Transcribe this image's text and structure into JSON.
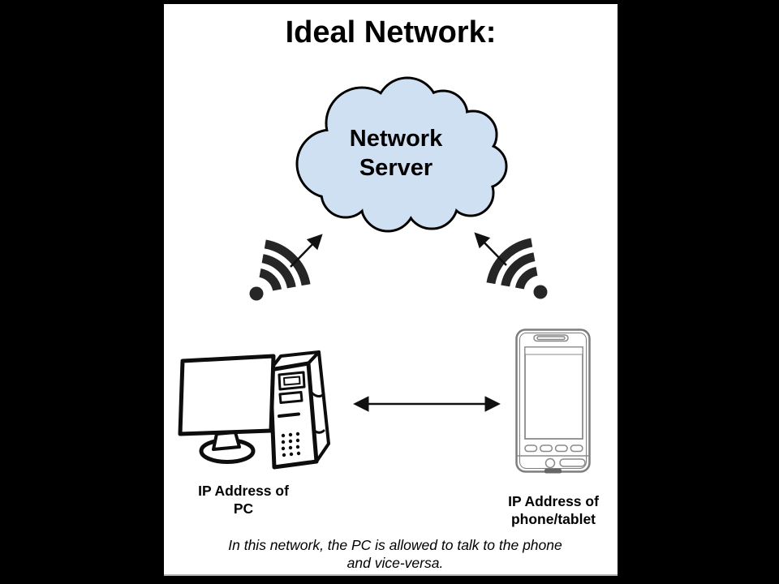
{
  "slide": {
    "title": "Ideal Network:",
    "cloud_label": "Network\nServer",
    "pc_label": "IP Address of\nPC",
    "phone_label": "IP Address of\nphone/tablet",
    "caption": "In this network, the PC is allowed to talk to the phone\nand vice-versa.",
    "colors": {
      "letterbox": "#000000",
      "slide_background": "#ffffff",
      "cloud_fill": "#cfe0f2",
      "cloud_stroke": "#000000",
      "wifi_icon": "#262626",
      "arrow": "#111111",
      "pc_sketch": "#0d0d0d",
      "phone_outline": "#7d7d7d",
      "phone_detail": "#8a8a8a",
      "phone_port": "#666666"
    },
    "icons": {
      "cloud-icon": "scalloped-cloud-shape",
      "wifi-left-icon": "wifi-signal-fan-opening-upper-right",
      "wifi-right-icon": "wifi-signal-fan-opening-upper-left",
      "uplink-arrow-left-icon": "arrow-up-right",
      "uplink-arrow-right-icon": "arrow-up-left",
      "pc-icon": "desktop-computer-with-tower-sketch",
      "phone-icon": "smartphone-outline",
      "double-arrow-icon": "two-headed-horizontal-arrow"
    }
  }
}
